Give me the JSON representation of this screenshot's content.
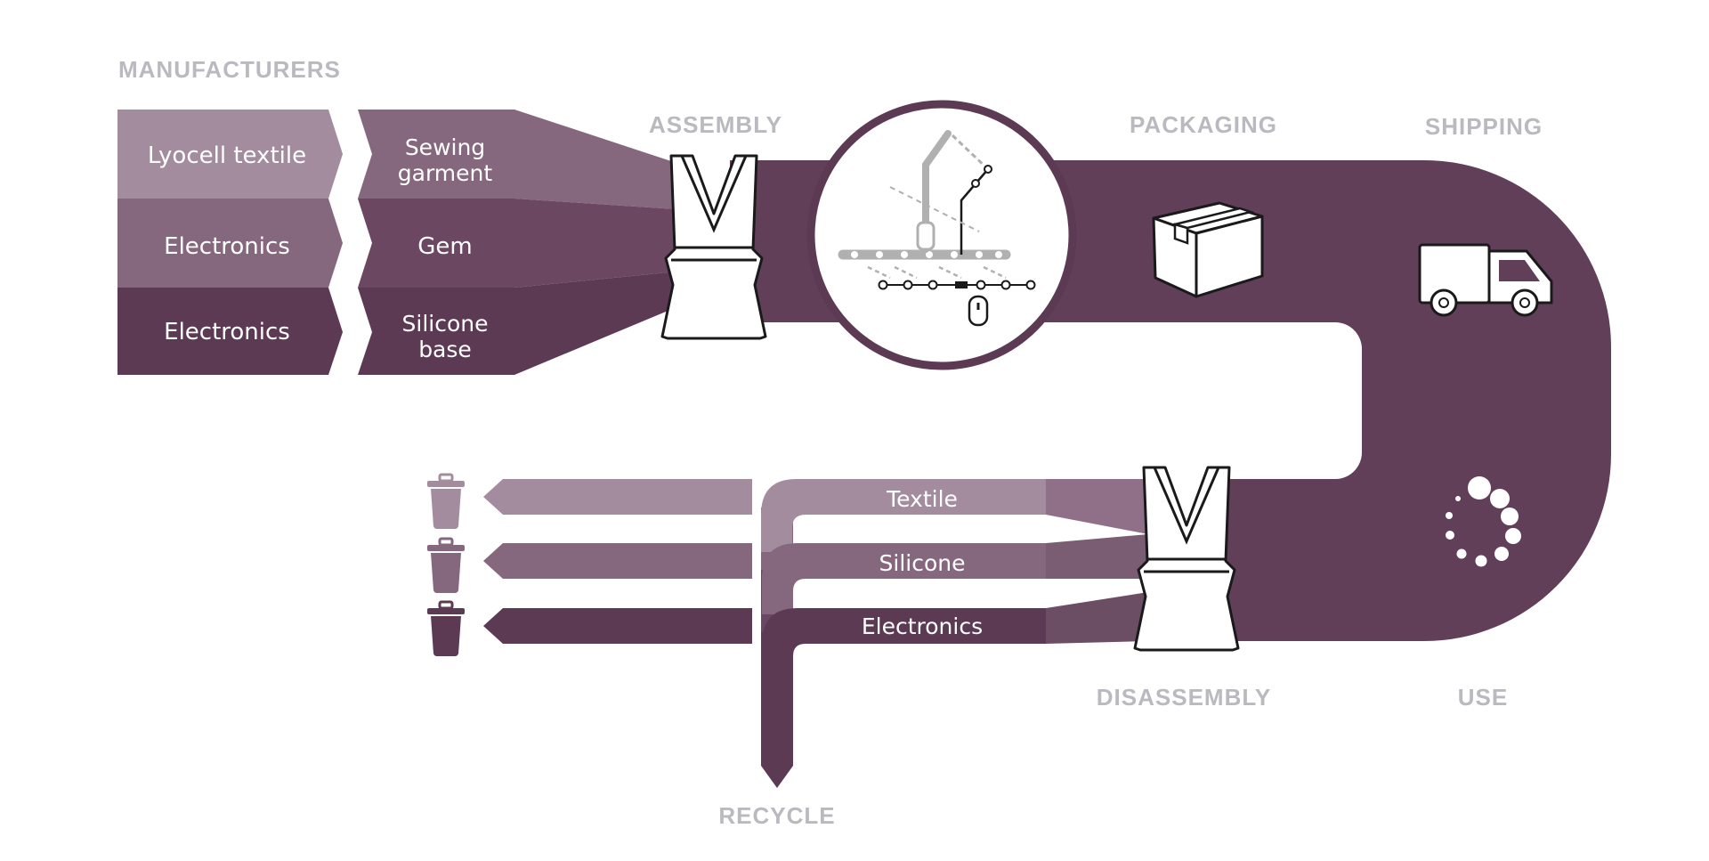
{
  "stage_labels": {
    "manufacturers": "MANUFACTURERS",
    "assembly": "ASSEMBLY",
    "packaging": "PACKAGING",
    "shipping": "SHIPPING",
    "disassembly": "DISASSEMBLY",
    "use": "USE",
    "recycle": "RECYCLE"
  },
  "manufacturers": {
    "materials": [
      "Lyocell textile",
      "Electronics",
      "Electronics"
    ],
    "components": [
      {
        "line1": "Sewing",
        "line2": "garment"
      },
      {
        "line1": "Gem",
        "line2": ""
      },
      {
        "line1": "Silicone",
        "line2": "base"
      }
    ]
  },
  "recycle_streams": [
    "Textile",
    "Silicone",
    "Electronics"
  ],
  "icons": {
    "assembly": "garment-icon",
    "machine": "assembly-machine-icon",
    "packaging": "box-icon",
    "shipping": "truck-icon",
    "use": "loading-spinner-icon",
    "disassembly": "garment-icon",
    "waste": "trash-can-icon"
  },
  "colors": {
    "light": "#a48c9f",
    "medium": "#85677e",
    "dark": "#5d3a54",
    "flow": "#623f58",
    "label_gray": "#b9b9bf"
  }
}
